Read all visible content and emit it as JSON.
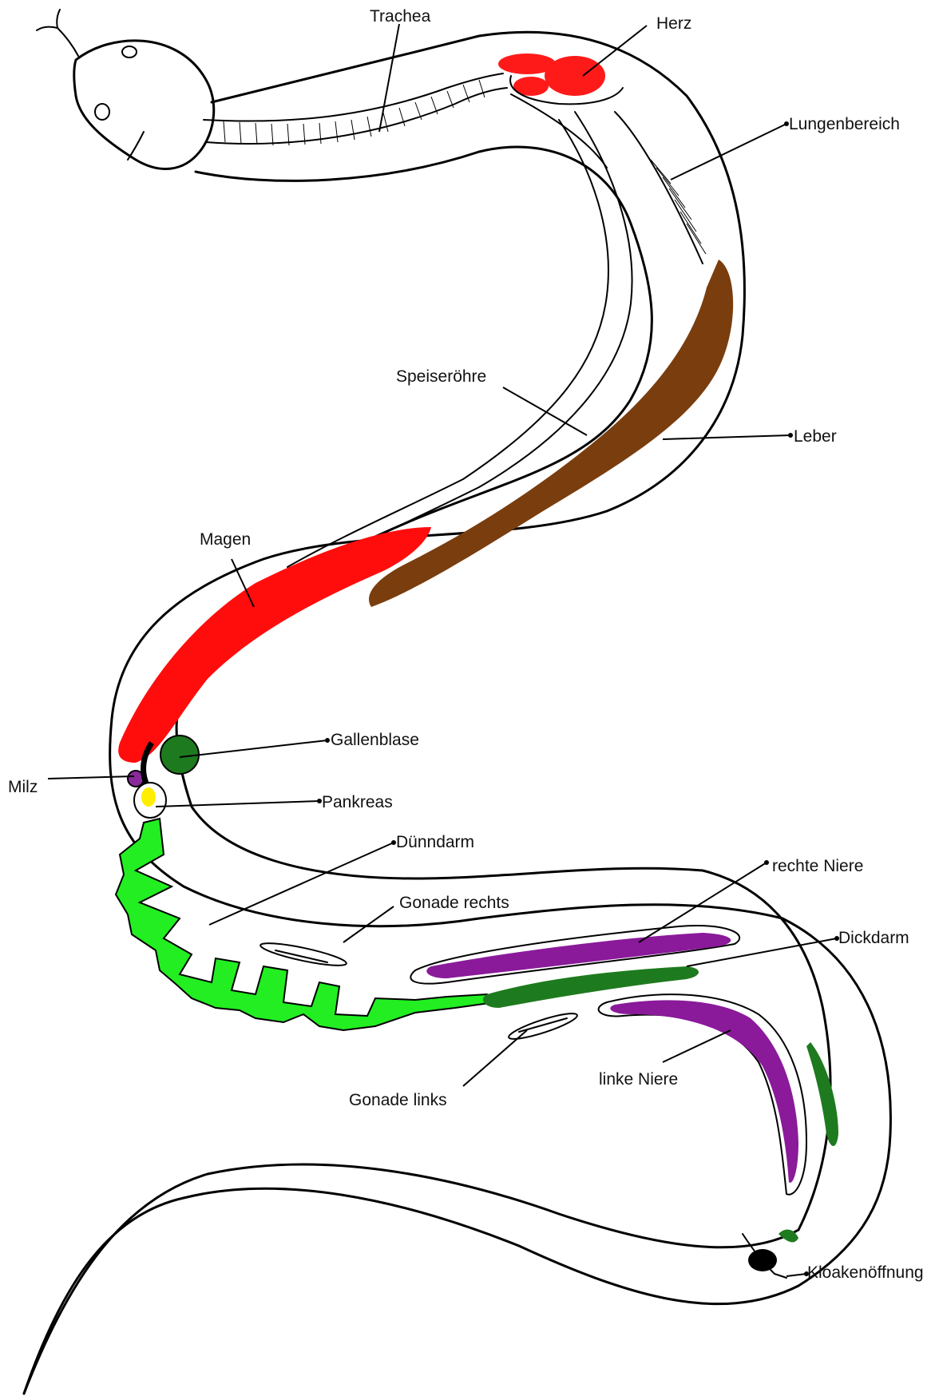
{
  "labels": {
    "trachea": "Trachea",
    "herz": "Herz",
    "lungenbereich": "Lungenbereich",
    "speiseroehre": "Speiseröhre",
    "leber": "Leber",
    "magen": "Magen",
    "gallenblase": "Gallenblase",
    "milz": "Milz",
    "pankreas": "Pankreas",
    "duenndarm": "Dünndarm",
    "gonade_rechts": "Gonade rechts",
    "rechte_niere": "rechte Niere",
    "dickdarm": "Dickdarm",
    "linke_niere": "linke Niere",
    "gonade_links": "Gonade links",
    "kloakenoeffnung": "Kloakenöffnung"
  },
  "organ_colors": {
    "herz": "#ff1a1a",
    "leber": "#7a3d0e",
    "magen": "#ff0d0d",
    "gallenblase": "#1e7a1e",
    "milz": "#8a2a9a",
    "pankreas": "#ffee00",
    "duenndarm": "#22ee22",
    "dickdarm": "#1e7a1e",
    "nieren": "#8a1a9a",
    "outline": "#000000"
  }
}
